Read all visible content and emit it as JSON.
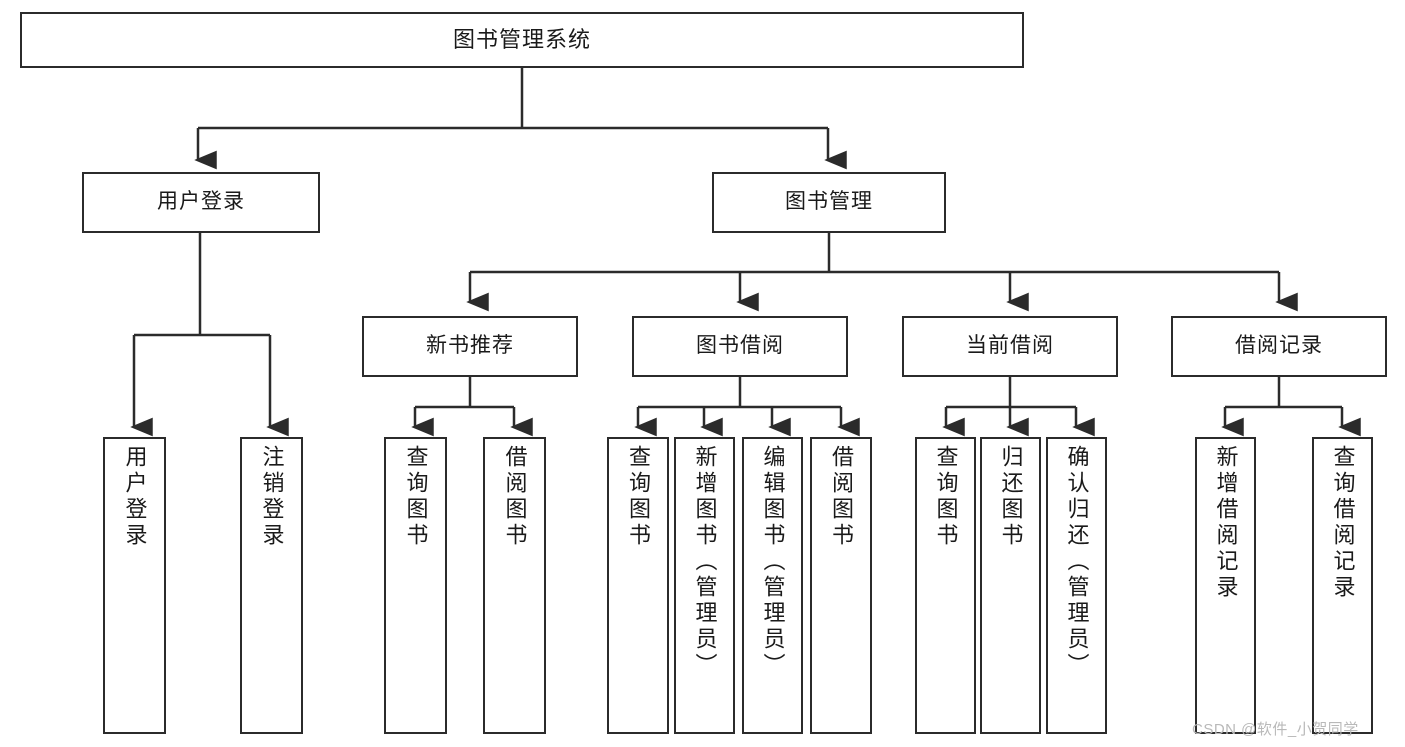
{
  "diagram": {
    "title": "图书管理系统",
    "type": "hierarchy-tree",
    "root": {
      "id": "root",
      "label": "图书管理系统",
      "level": 1
    },
    "level2": [
      {
        "id": "user-login",
        "label": "用户登录"
      },
      {
        "id": "book-manage",
        "label": "图书管理"
      }
    ],
    "level3": [
      {
        "id": "new-book-recommend",
        "label": "新书推荐",
        "parent": "book-manage"
      },
      {
        "id": "book-borrow",
        "label": "图书借阅",
        "parent": "book-manage"
      },
      {
        "id": "current-borrow",
        "label": "当前借阅",
        "parent": "book-manage"
      },
      {
        "id": "borrow-record",
        "label": "借阅记录",
        "parent": "book-manage"
      }
    ],
    "leaves": [
      {
        "id": "leaf-user-login",
        "label": "用户登录",
        "parent": "user-login"
      },
      {
        "id": "leaf-logout",
        "label": "注销登录",
        "parent": "user-login"
      },
      {
        "id": "leaf-query-book-1",
        "label": "查询图书",
        "parent": "new-book-recommend"
      },
      {
        "id": "leaf-borrow-book-1",
        "label": "借阅图书",
        "parent": "new-book-recommend"
      },
      {
        "id": "leaf-query-book-2",
        "label": "查询图书",
        "parent": "book-borrow"
      },
      {
        "id": "leaf-add-book",
        "label": "新增图书（管理员）",
        "parent": "book-borrow"
      },
      {
        "id": "leaf-edit-book",
        "label": "编辑图书（管理员）",
        "parent": "book-borrow"
      },
      {
        "id": "leaf-borrow-book-2",
        "label": "借阅图书",
        "parent": "book-borrow"
      },
      {
        "id": "leaf-query-book-3",
        "label": "查询图书",
        "parent": "current-borrow"
      },
      {
        "id": "leaf-return-book",
        "label": "归还图书",
        "parent": "current-borrow"
      },
      {
        "id": "leaf-confirm-return",
        "label": "确认归还（管理员）",
        "parent": "current-borrow"
      },
      {
        "id": "leaf-add-record",
        "label": "新增借阅记录",
        "parent": "borrow-record"
      },
      {
        "id": "leaf-query-record",
        "label": "查询借阅记录",
        "parent": "borrow-record"
      }
    ]
  },
  "watermark": {
    "text": "CSDN @软件_小贺同学"
  },
  "colors": {
    "border": "#2b2b2b",
    "background": "#ffffff",
    "text": "#1a1a1a",
    "watermark": "#b9b9b9"
  }
}
